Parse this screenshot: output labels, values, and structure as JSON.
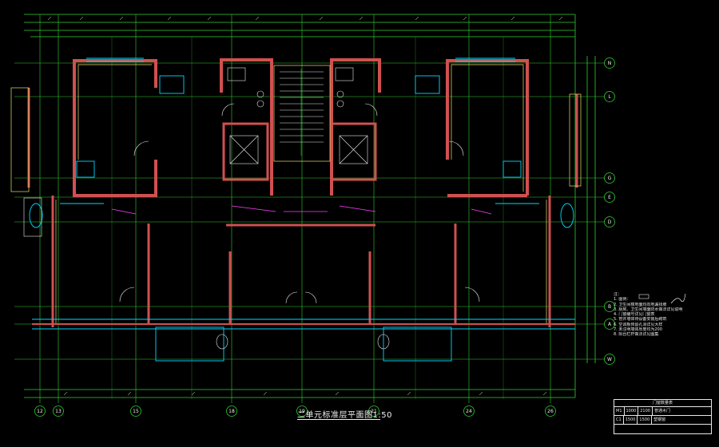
{
  "drawing": {
    "title": "二单元标准层平面图1:50",
    "axes_vertical": [
      "12",
      "13",
      "15",
      "18",
      "19",
      "21",
      "24",
      "26"
    ],
    "axes_horizontal": [
      "N",
      "L",
      "G",
      "E",
      "D",
      "B",
      "A",
      "W"
    ]
  },
  "notes": {
    "heading": "注：",
    "lines": [
      "1. 图例：",
      "2. 卫生间楼地面均向地漏找坡",
      "3. 厨房、卫生间墙面防水做法详见说明",
      "4. 门窗编号详见门窗表",
      "5. 管井墙体待设备安装后砌筑",
      "6. 空调板预留孔洞详见大样",
      "7. 未注明墙体厚度均为200",
      "8. 阳台栏杆做法详见图集"
    ]
  },
  "legend_table": {
    "title": "门窗数量表",
    "rows": [
      [
        "M1",
        "1000",
        "2100",
        "普通木门"
      ],
      [
        "C1",
        "1500",
        "1500",
        "塑钢窗"
      ]
    ]
  },
  "colors": {
    "background": "#000000",
    "axis_lines": "#2fd02f",
    "walls": "#d05050",
    "cyan_fixtures": "#00d8ff",
    "magenta_annotations": "#ff40ff",
    "yellow_lines": "#e8e070",
    "white_text": "#f0f0f0"
  }
}
